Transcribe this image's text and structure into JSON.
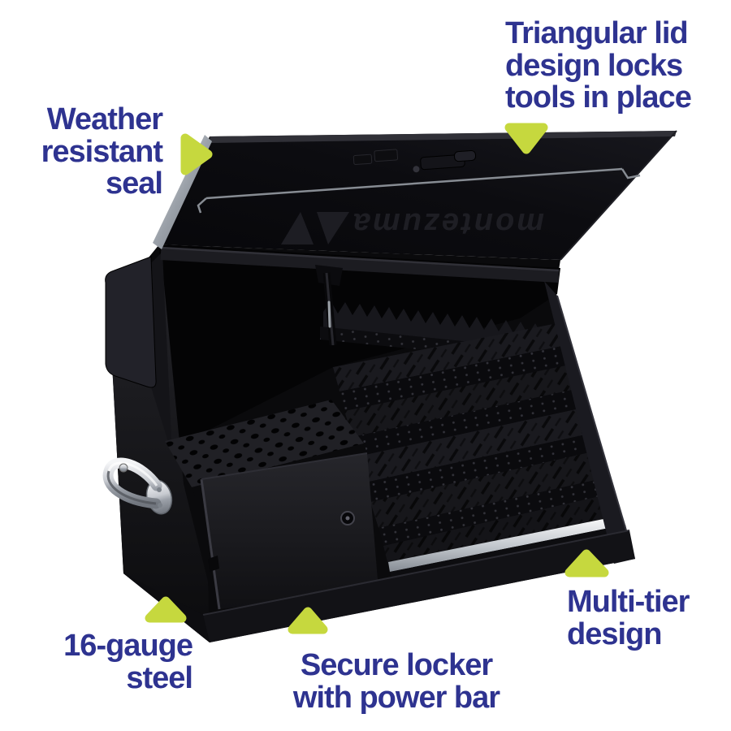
{
  "colors": {
    "background": "#ffffff",
    "label_text": "#2e3390",
    "pointer": "#c6d83e",
    "box_black": "#0a0a0c",
    "chrome": "#c9ccd1"
  },
  "product": {
    "logo_text": "montezuma"
  },
  "callouts": {
    "weather_seal": {
      "text": "Weather\nresistant\nseal"
    },
    "triangular_lid": {
      "text": "Triangular lid\ndesign locks\ntools in place"
    },
    "gauge_steel": {
      "text": "16-gauge\nsteel"
    },
    "secure_locker": {
      "text": "Secure locker\nwith power bar"
    },
    "multi_tier": {
      "text": "Multi-tier\ndesign"
    }
  }
}
